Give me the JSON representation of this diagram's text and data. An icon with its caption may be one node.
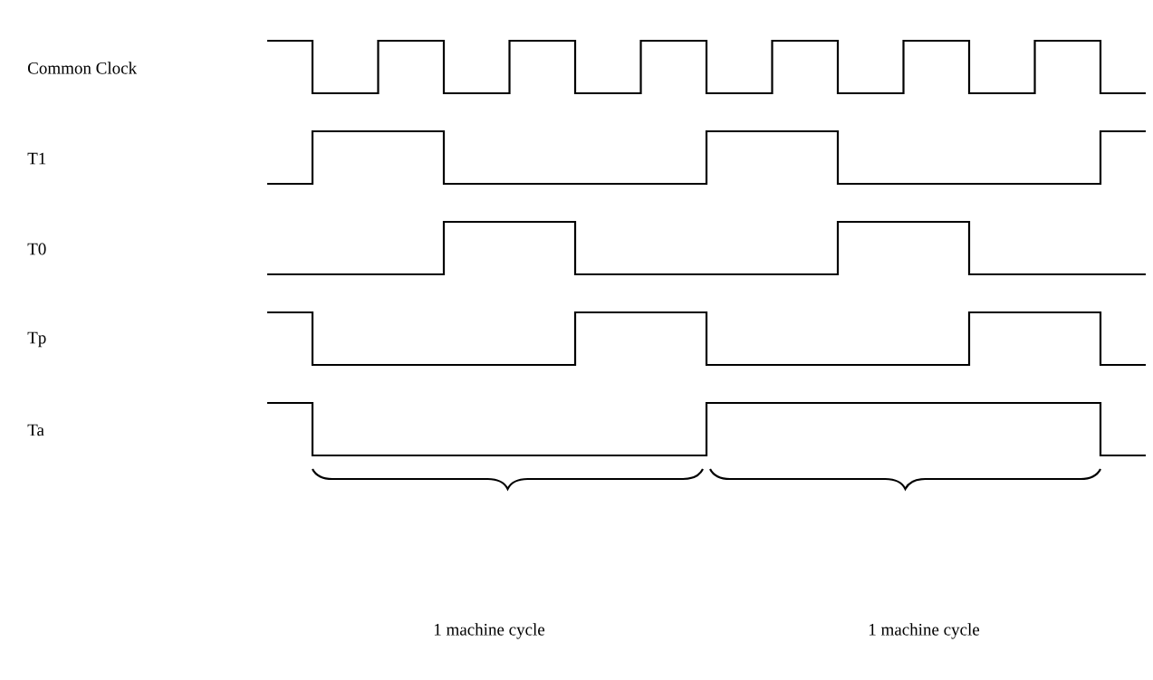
{
  "diagram": {
    "labels": [
      "Common Clock",
      "T1",
      "T0",
      "Tp",
      "Ta",
      "1 machine cycle",
      "1 machine cycle"
    ]
  }
}
